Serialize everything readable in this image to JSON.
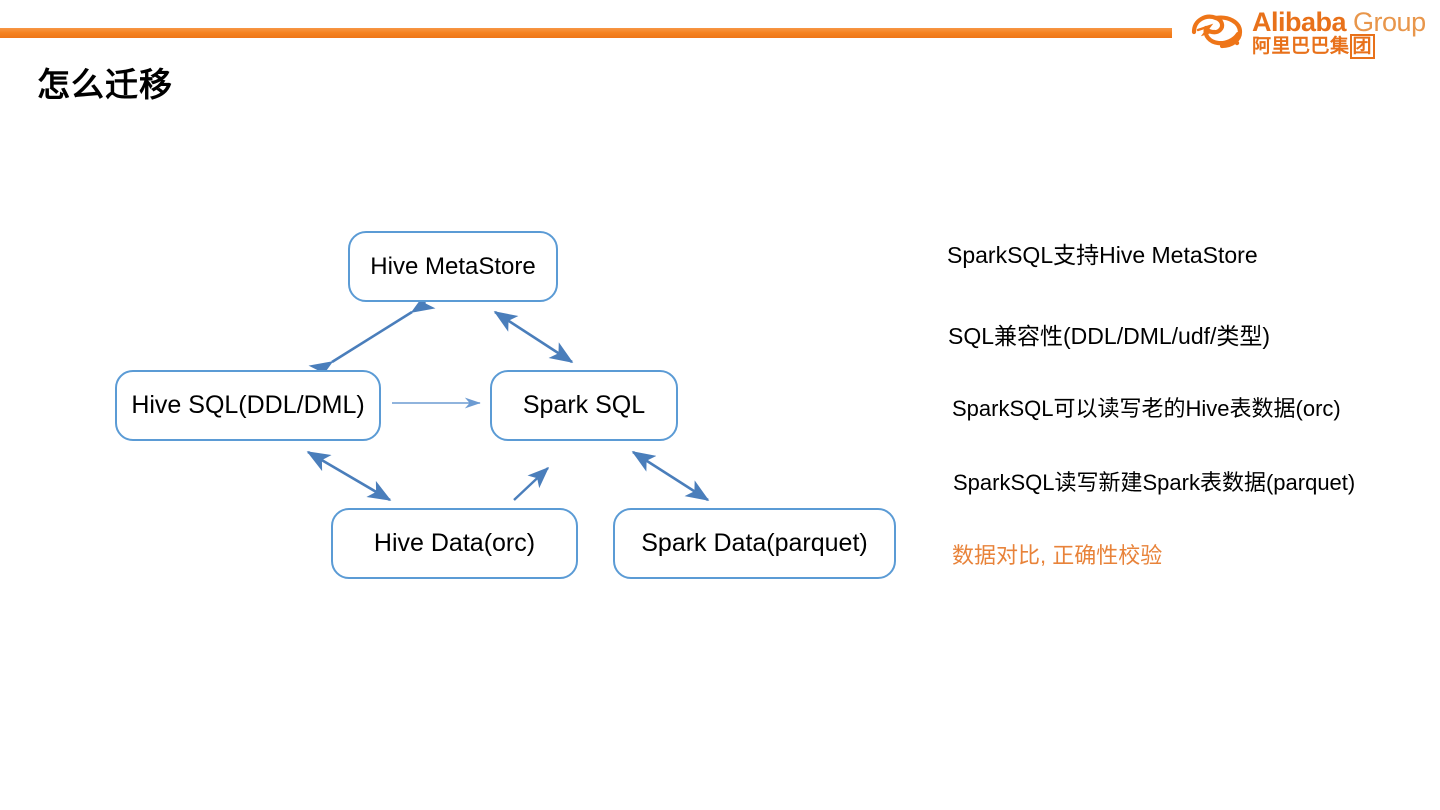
{
  "slide": {
    "title": "怎么迁移",
    "accent_color": "#F58220",
    "box_border_color": "#5B9BD5",
    "arrow_color": "#4A7EBB",
    "highlight_color": "#E8833A"
  },
  "brand": {
    "name_en_bold": "Alibaba",
    "name_en_light": "Group",
    "name_cn_main": "阿里巴巴集",
    "name_cn_boxed": "团",
    "logo_icon": "alibaba-logo-icon"
  },
  "diagram": {
    "nodes": [
      {
        "id": "hive-metastore",
        "label": "Hive MetaStore"
      },
      {
        "id": "hive-sql",
        "label": "Hive SQL(DDL/DML)"
      },
      {
        "id": "spark-sql",
        "label": "Spark SQL"
      },
      {
        "id": "hive-data",
        "label": "Hive Data(orc)"
      },
      {
        "id": "spark-data",
        "label": "Spark Data(parquet)"
      }
    ],
    "edges": [
      {
        "from": "hive-metastore",
        "to": "hive-sql",
        "style": "double-arrow"
      },
      {
        "from": "hive-metastore",
        "to": "spark-sql",
        "style": "double-arrow"
      },
      {
        "from": "hive-sql",
        "to": "spark-sql",
        "style": "single-arrow-thin"
      },
      {
        "from": "hive-sql",
        "to": "hive-data",
        "style": "double-arrow"
      },
      {
        "from": "hive-data",
        "to": "spark-sql",
        "style": "single-arrow"
      },
      {
        "from": "spark-sql",
        "to": "spark-data",
        "style": "double-arrow"
      }
    ]
  },
  "notes": [
    "SparkSQL支持Hive MetaStore",
    "SQL兼容性(DDL/DML/udf/类型)",
    "SparkSQL可以读写老的Hive表数据(orc)",
    "SparkSQL读写新建Spark表数据(parquet)",
    "数据对比, 正确性校验"
  ]
}
